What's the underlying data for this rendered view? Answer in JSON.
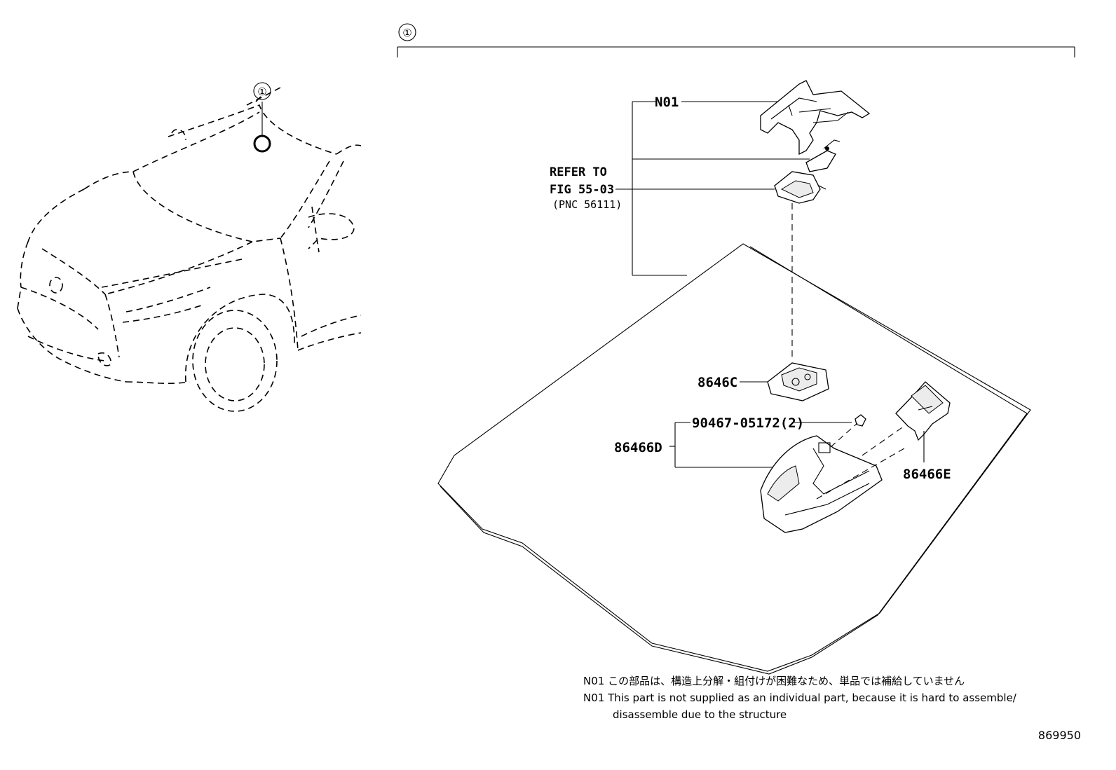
{
  "top_reference": "①",
  "vehicle_reference": "①",
  "labels": {
    "n01": "N01",
    "refer_line1": "REFER TO",
    "refer_line2": "FIG 55-03",
    "refer_line3": "(PNC 56111)",
    "part_8646c": "8646C",
    "part_90467": "90467-05172(2)",
    "part_86466d": "86466D",
    "part_86466e": "86466E"
  },
  "notes": {
    "jp": "N01 この部品は、構造上分解・組付けが困難なため、単品では補給していません",
    "en_line1": "N01 This part is not supplied as an individual part, because it is hard to assemble/",
    "en_line2": "disassemble due to the structure"
  },
  "illustration_code": "869950"
}
